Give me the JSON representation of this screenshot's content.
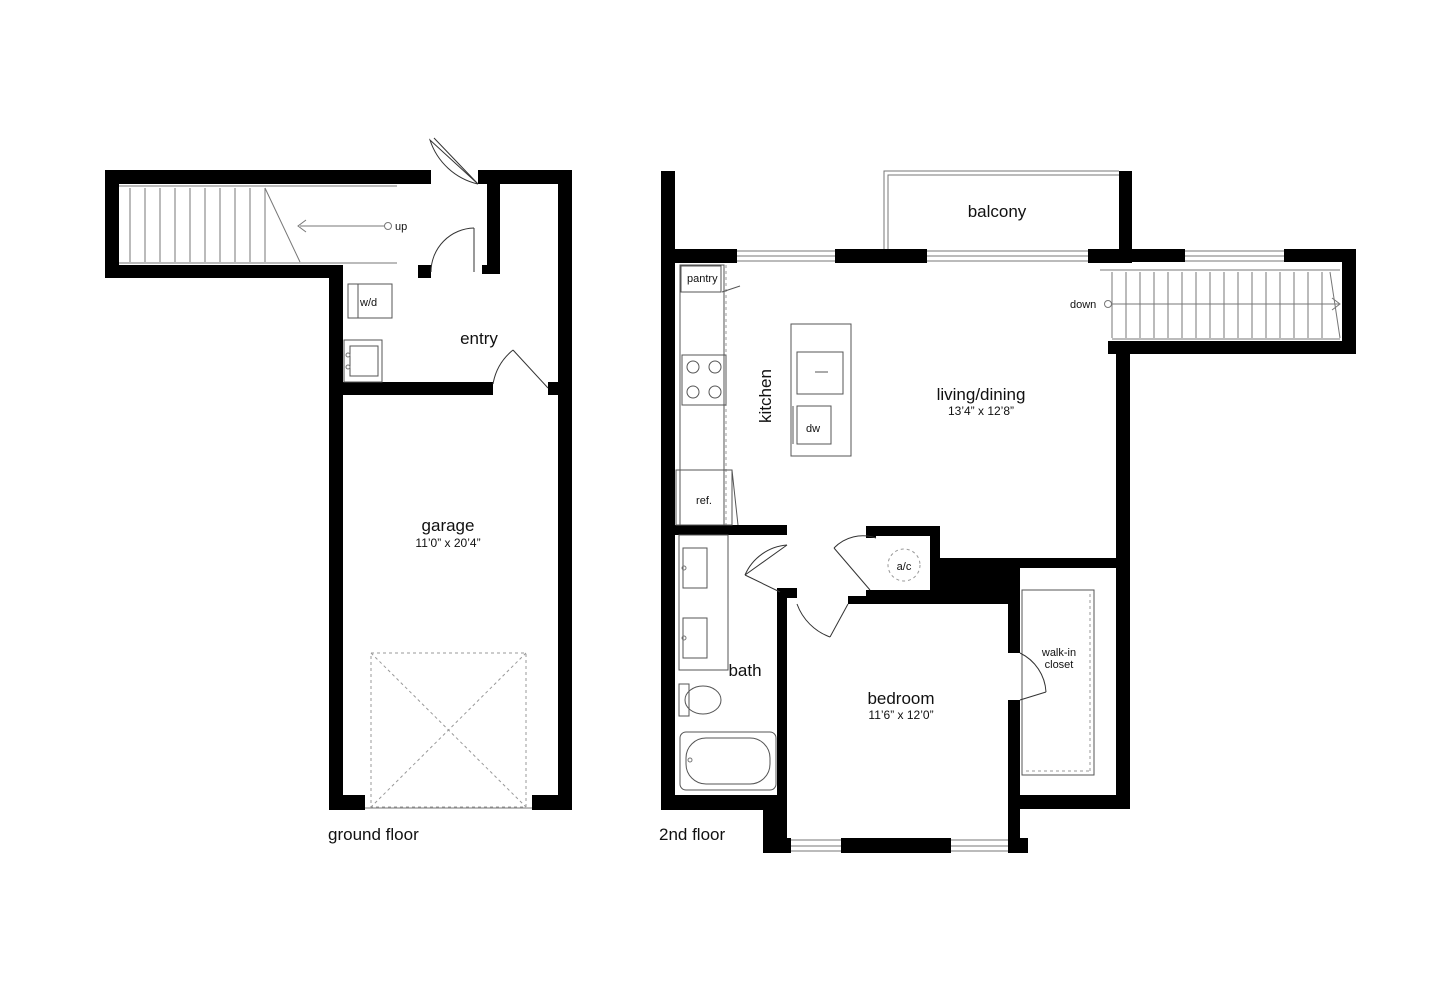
{
  "floors": {
    "ground": {
      "label": "ground floor"
    },
    "second": {
      "label": "2nd floor"
    }
  },
  "rooms": {
    "entry": {
      "name": "entry"
    },
    "garage": {
      "name": "garage",
      "dims": "11’0” x 20’4”"
    },
    "balcony": {
      "name": "balcony"
    },
    "living": {
      "name": "living/dining",
      "dims": "13’4” x 12’8”"
    },
    "kitchen": {
      "name": "kitchen"
    },
    "bath": {
      "name": "bath"
    },
    "bedroom": {
      "name": "bedroom",
      "dims": "11’6” x 12’0”"
    },
    "closet": {
      "name_line1": "walk-in",
      "name_line2": "closet"
    }
  },
  "fixtures": {
    "washer_dryer": "w/d",
    "pantry": "pantry",
    "dishwasher": "dw",
    "refrigerator": "ref.",
    "ac": "a/c"
  },
  "stairs": {
    "ground_direction": "up",
    "second_direction": "down"
  }
}
